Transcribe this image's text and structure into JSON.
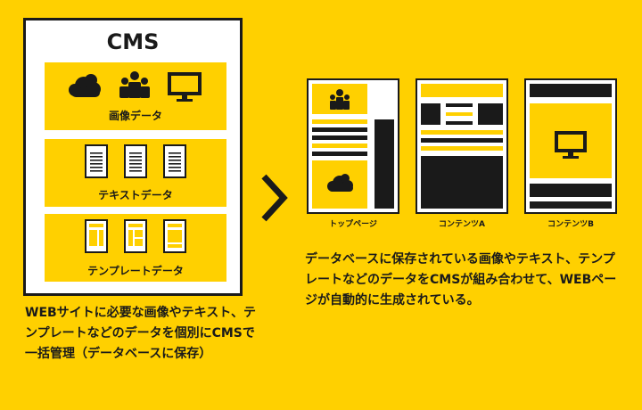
{
  "cms": {
    "title": "CMS",
    "panels": [
      {
        "label": "画像データ"
      },
      {
        "label": "テキストデータ"
      },
      {
        "label": "テンプレートデータ"
      }
    ]
  },
  "left_description": "WEBサイトに必要な画像やテキスト、テンプレートなどのデータを個別にCMSで一括管理（データベースに保存）",
  "pages": [
    {
      "label": "トップページ"
    },
    {
      "label": "コンテンツA"
    },
    {
      "label": "コンテンツB"
    }
  ],
  "right_description": "データベースに保存されている画像やテキスト、テンプレートなどのデータをCMSが組み合わせて、WEBページが自動的に生成されている。",
  "colors": {
    "background": "#FFD000",
    "ink": "#1a1a1a",
    "paper": "#ffffff"
  },
  "icons": [
    "cloud-icon",
    "people-icon",
    "monitor-icon",
    "document-icon",
    "template-icon",
    "arrow-right-icon"
  ]
}
